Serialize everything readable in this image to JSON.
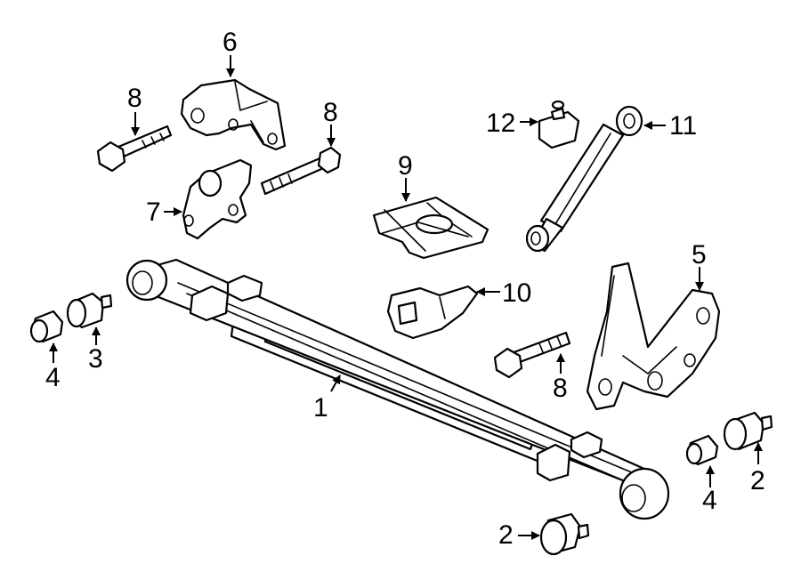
{
  "callouts": {
    "c1": "1",
    "c2a": "2",
    "c2b": "2",
    "c3": "3",
    "c4a": "4",
    "c4b": "4",
    "c5": "5",
    "c6": "6",
    "c7": "7",
    "c8a": "8",
    "c8b": "8",
    "c8c": "8",
    "c9": "9",
    "c10": "10",
    "c11": "11",
    "c12": "12"
  },
  "colors": {
    "line": "#000000",
    "background": "#ffffff"
  }
}
